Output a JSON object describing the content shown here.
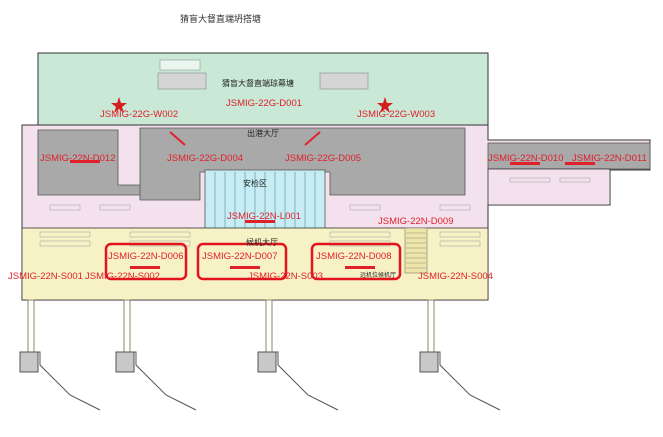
{
  "header": {
    "title": "猜盲大督直端坍搭塘"
  },
  "areas": {
    "top_title": "猜盲大督直端琼幕塘",
    "departure_hall": "出港大厅",
    "security": "安检区",
    "arrival_hall": "候机大厅",
    "small_note": "远机位候机厅"
  },
  "devices": [
    "JSMIG-22G-D001",
    "JSMIG-22G-W002",
    "JSMIG-22G-W003",
    "JSMIG-22G-D004",
    "JSMIG-22G-D005",
    "JSMIG-22N-D012",
    "JSMIG-22N-D010",
    "JSMIG-22N-D011",
    "JSMIG-22N-L001",
    "JSMIG-22N-D009",
    "JSMIG-22N-D006",
    "JSMIG-22N-D007",
    "JSMIG-22N-D008",
    "JSMIG-22N-S001",
    "JSMIG-22N-S002",
    "JSMIG-22N-S003",
    "JSMIG-22N-S004"
  ],
  "colors": {
    "outline": "#333333",
    "top_zone": "#c9e8d6",
    "gray_block": "#a9a9a9",
    "pink_zone": "#f4e1ee",
    "yellow_zone": "#f7f2c6",
    "security_zone": "#c7ecf3",
    "label_red": "#e0202a",
    "highlight": "#e2141d"
  }
}
